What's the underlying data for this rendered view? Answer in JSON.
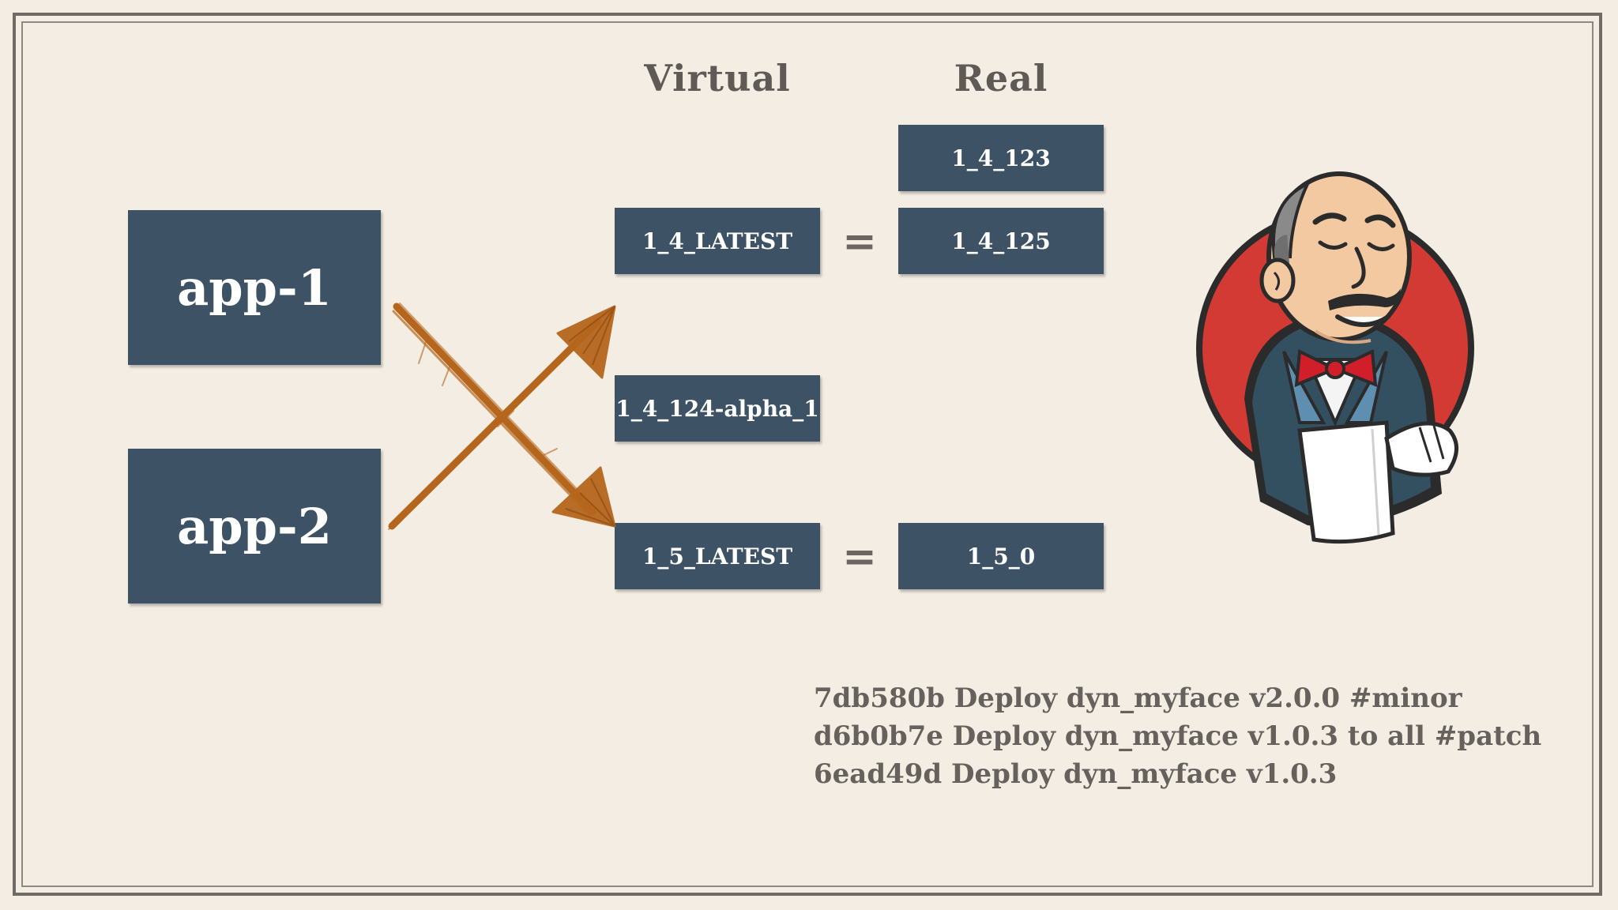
{
  "headers": {
    "virtual": "Virtual",
    "real": "Real"
  },
  "apps": [
    {
      "label": "app-1"
    },
    {
      "label": "app-2"
    }
  ],
  "virtual_versions": [
    {
      "label": "1_4_LATEST"
    },
    {
      "label": "1_4_124-alpha_1"
    },
    {
      "label": "1_5_LATEST"
    }
  ],
  "real_versions": [
    {
      "label": "1_4_123"
    },
    {
      "label": "1_4_125"
    },
    {
      "label": "1_5_0"
    }
  ],
  "equals": [
    "=",
    "="
  ],
  "commits": [
    "7db580b Deploy dyn_myface v2.0.0 #minor",
    "d6b0b7e Deploy dyn_myface v1.0.3 to all #patch",
    "6ead49d Deploy dyn_myface v1.0.3"
  ],
  "colors": {
    "background": "#f3ede3",
    "box": "#3e5265",
    "arrow": "#b5661c",
    "text_gray": "#66615d"
  },
  "icons": {
    "mascot": "jenkins-butler-icon"
  }
}
